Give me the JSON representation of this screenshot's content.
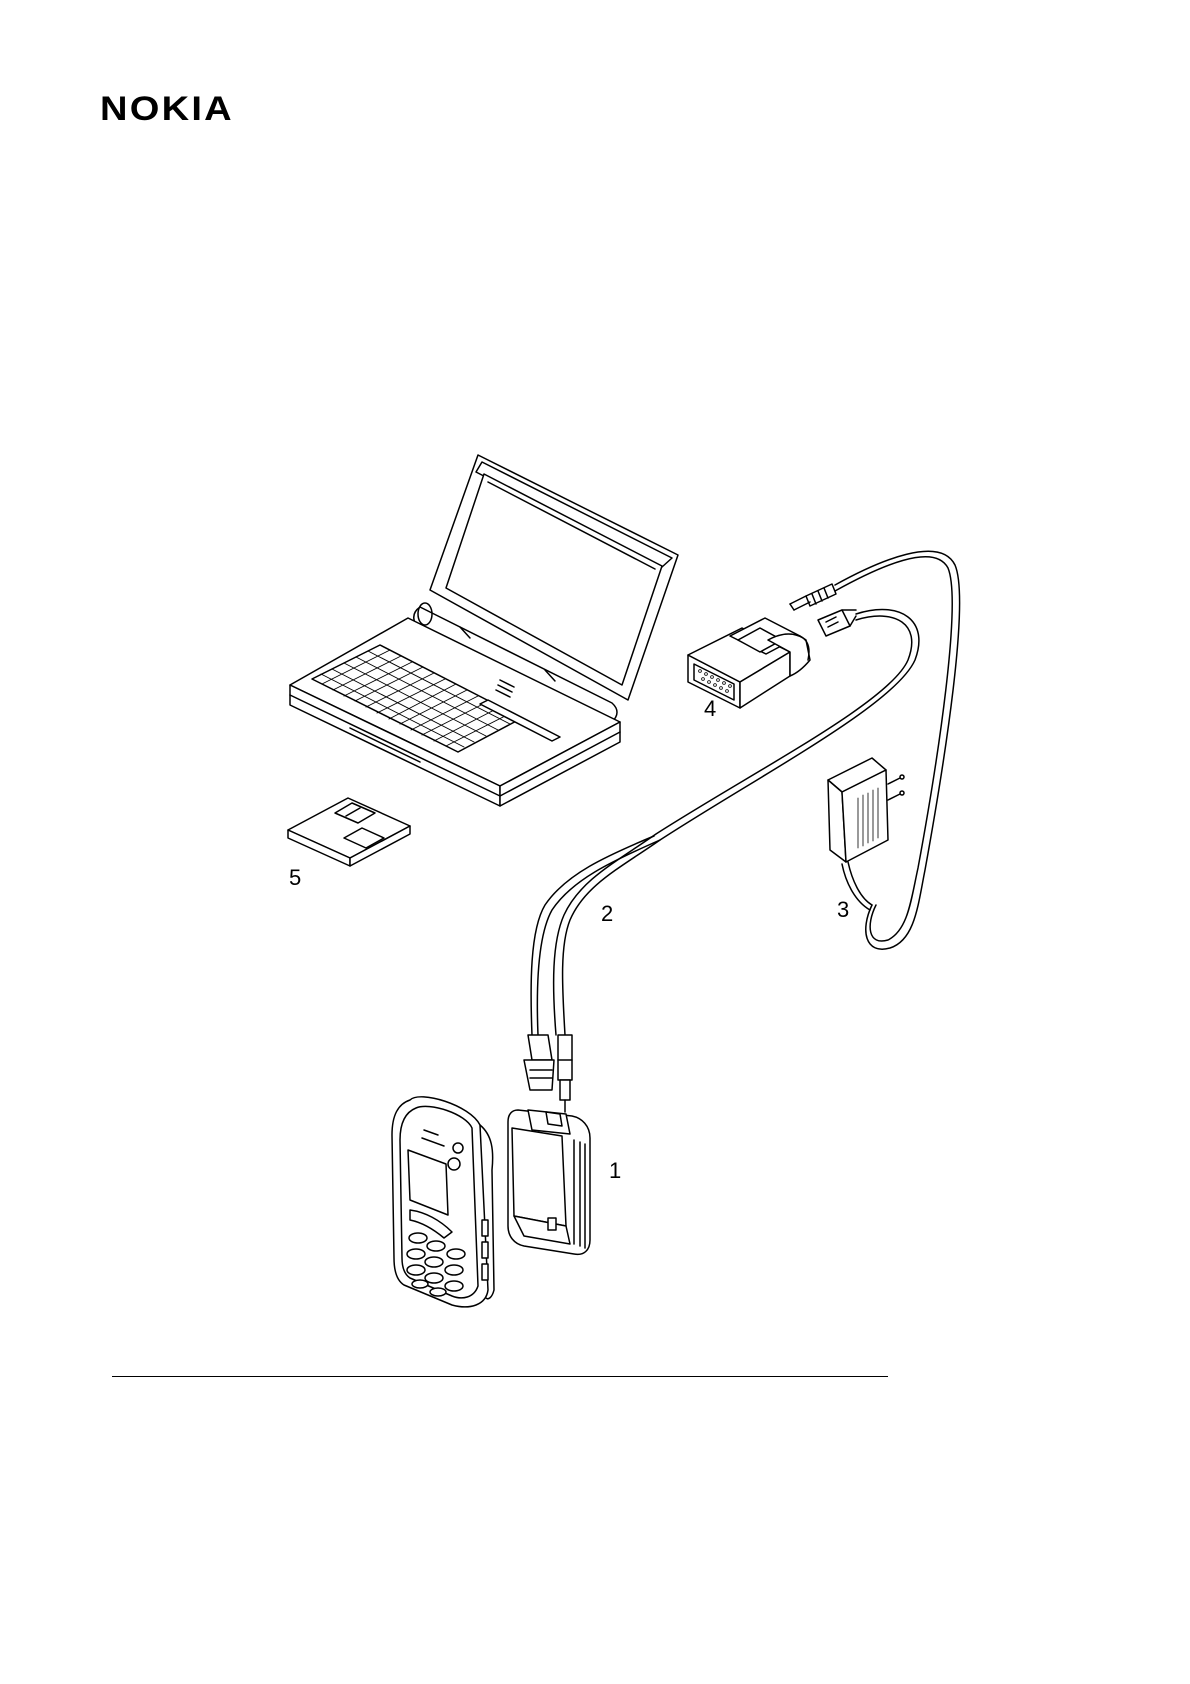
{
  "header": {
    "logo_text": "NOKIA"
  },
  "callouts": {
    "phone_adapter": "1",
    "service_cable": "2",
    "power_supply": "3",
    "pc_adapter": "4",
    "software_disk": "5"
  },
  "colors": {
    "ink": "#000000",
    "paper": "#ffffff"
  }
}
